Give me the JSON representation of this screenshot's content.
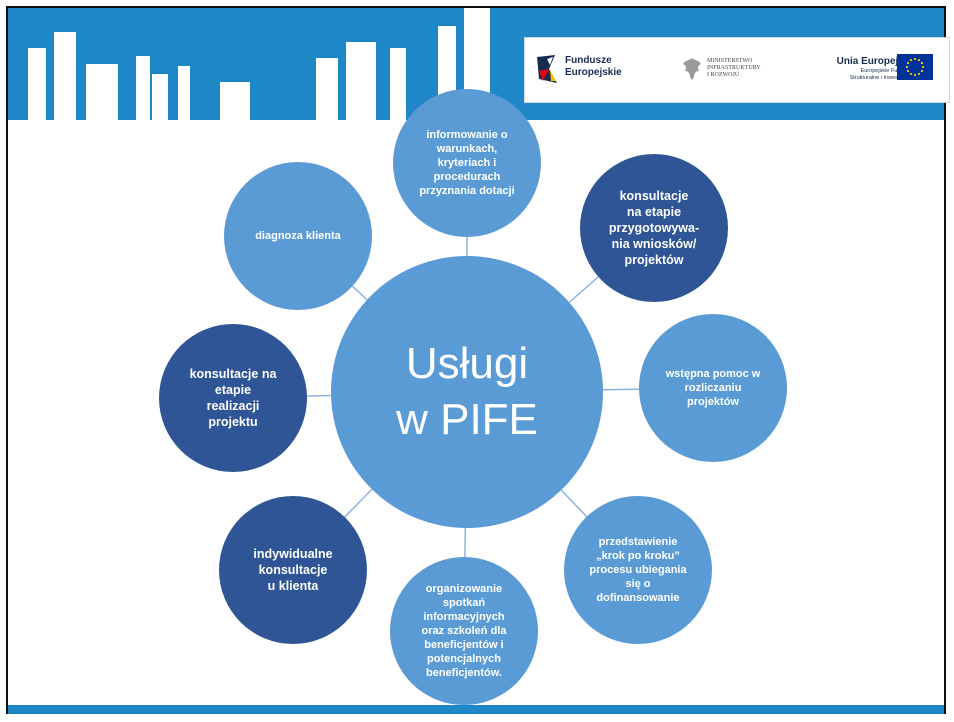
{
  "header": {
    "logo_fe": "Fundusze\nEuropejskie",
    "logo_ministry": "MINISTERSTWO\nINFRASTRUKTURY\nI ROZWOJU",
    "logo_ue_title": "Unia Europejska",
    "logo_ue_sub": "Europejskie Fundusze\nStrukturalne i Inwestycyjne"
  },
  "diagram": {
    "center": "Usługi\nw PIFE",
    "nodes": [
      "informowanie o\nwarunkach,\nkryteriach i\nprocedurach\nprzyznania dotacji",
      "konsultacje\nna etapie\nprzygotowywa-\nnia wniosków/\nprojektów",
      "wstępna pomoc w\nrozliczaniu\nprojektów",
      "przedstawienie\n„krok po kroku”\nprocesu ubiegania\nsię o\ndofinansowanie",
      "organizowanie\nspotkań\ninformacyjnych\noraz szkoleń dla\nbeneficjentów i\npotencjalnych\nbeneficjentów.",
      "indywidualne\nkonsultacje\nu klienta",
      "konsultacje na\netapie\nrealizacji\nprojektu",
      "diagnoza klienta"
    ]
  },
  "colors": {
    "light": "#5b9bd5",
    "dark": "#2f5597",
    "center": "#5b9bd5",
    "header": "#1f86c7"
  }
}
